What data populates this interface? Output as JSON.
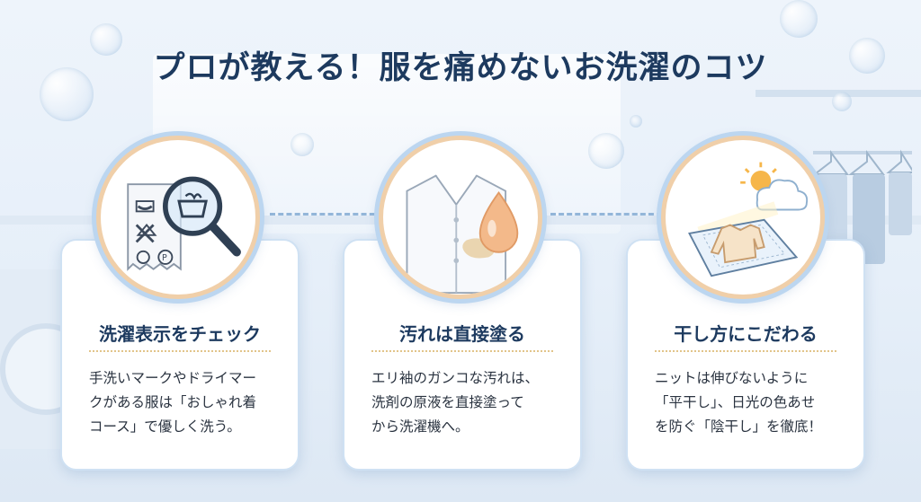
{
  "title": "プロが教える！服を痛めないお洗濯のコツ",
  "cards": [
    {
      "title": "洗濯表示をチェック",
      "lines": [
        "手洗いマークやドライマー",
        "クがある服は「おしゃれ着",
        "コース」で優しく洗う。"
      ],
      "icon": "magnifier-care-label-icon"
    },
    {
      "title": "汚れは直接塗る",
      "lines": [
        "エリ袖のガンコな汚れは、",
        "洗剤の原液を直接塗って",
        "から洗濯機へ。"
      ],
      "icon": "shirt-detergent-drop-icon"
    },
    {
      "title": "干し方にこだわる",
      "lines": [
        "ニットは伸びないように",
        "「平干し」、日光の色あせ",
        "を防ぐ「陰干し」を徹底！"
      ],
      "icon": "flat-dry-sweater-icon"
    }
  ],
  "colors": {
    "title": "#1d3a5f",
    "accent_ring": "#f0cfa9",
    "outer_ring": "#bcd6f0",
    "connector": "#93b6d9"
  }
}
